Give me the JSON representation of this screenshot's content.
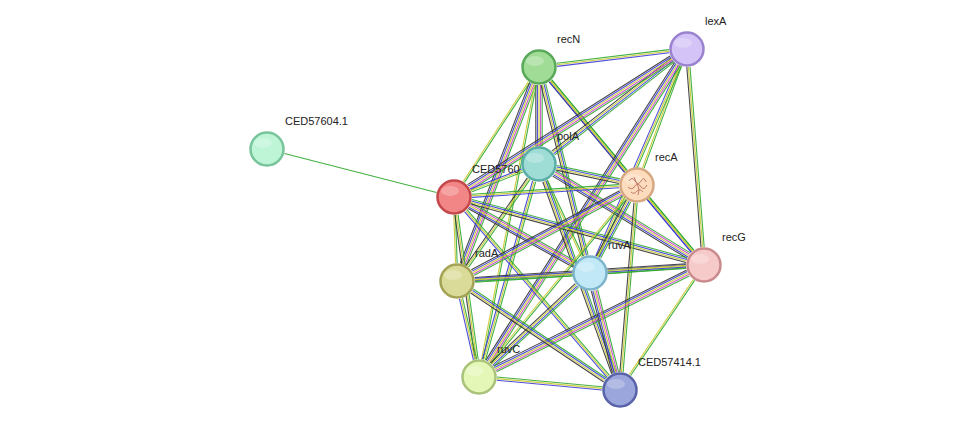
{
  "diagram": {
    "nodes": [
      {
        "text": [
          "recN"
        ]
      },
      {
        "text": [
          "lexA"
        ]
      },
      {
        "text": [
          "CED57604.1"
        ]
      },
      {
        "text": [
          "polA"
        ]
      },
      {
        "text": [
          "CED5760"
        ]
      },
      {
        "text": [
          "recA"
        ]
      },
      {
        "text": [
          "recG"
        ]
      },
      {
        "text": [
          "ruvA"
        ]
      },
      {
        "text": [
          "radA"
        ]
      },
      {
        "text": [
          "ruvC"
        ]
      },
      {
        "text": [
          "CED57414.1"
        ]
      }
    ],
    "edges": [
      {
        "from": 0,
        "to": 1,
        "arrow": "none"
      },
      {
        "from": 0,
        "to": 3,
        "arrow": "none"
      },
      {
        "from": 0,
        "to": 4,
        "arrow": "none"
      },
      {
        "from": 0,
        "to": 5,
        "arrow": "none"
      },
      {
        "from": 0,
        "to": 8,
        "arrow": "none"
      },
      {
        "from": 0,
        "to": 7,
        "arrow": "none"
      },
      {
        "from": 0,
        "to": 6,
        "arrow": "none"
      },
      {
        "from": 0,
        "to": 9,
        "arrow": "none"
      },
      {
        "from": 1,
        "to": 3,
        "arrow": "none"
      },
      {
        "from": 1,
        "to": 4,
        "arrow": "none"
      },
      {
        "from": 1,
        "to": 5,
        "arrow": "none"
      },
      {
        "from": 1,
        "to": 7,
        "arrow": "none"
      },
      {
        "from": 1,
        "to": 6,
        "arrow": "none"
      },
      {
        "from": 1,
        "to": 9,
        "arrow": "none"
      },
      {
        "from": 3,
        "to": 4,
        "arrow": "none"
      },
      {
        "from": 3,
        "to": 5,
        "arrow": "none"
      },
      {
        "from": 3,
        "to": 8,
        "arrow": "none"
      },
      {
        "from": 3,
        "to": 7,
        "arrow": "none"
      },
      {
        "from": 3,
        "to": 6,
        "arrow": "none"
      },
      {
        "from": 3,
        "to": 9,
        "arrow": "none"
      },
      {
        "from": 3,
        "to": 10,
        "arrow": "none"
      },
      {
        "from": 4,
        "to": 5,
        "arrow": "none"
      },
      {
        "from": 4,
        "to": 8,
        "arrow": "none"
      },
      {
        "from": 4,
        "to": 7,
        "arrow": "none"
      },
      {
        "from": 4,
        "to": 6,
        "arrow": "none"
      },
      {
        "from": 4,
        "to": 9,
        "arrow": "none"
      },
      {
        "from": 4,
        "to": 10,
        "arrow": "none"
      },
      {
        "from": 2,
        "to": 4,
        "arrow": "none"
      },
      {
        "from": 5,
        "to": 8,
        "arrow": "none"
      },
      {
        "from": 5,
        "to": 7,
        "arrow": "none"
      },
      {
        "from": 5,
        "to": 6,
        "arrow": "none"
      },
      {
        "from": 5,
        "to": 9,
        "arrow": "none"
      },
      {
        "from": 5,
        "to": 10,
        "arrow": "none"
      },
      {
        "from": 6,
        "to": 7,
        "arrow": "none"
      },
      {
        "from": 6,
        "to": 9,
        "arrow": "none"
      },
      {
        "from": 6,
        "to": 10,
        "arrow": "none"
      },
      {
        "from": 6,
        "to": 8,
        "arrow": "none"
      },
      {
        "from": 7,
        "to": 8,
        "arrow": "none"
      },
      {
        "from": 7,
        "to": 9,
        "arrow": "none"
      },
      {
        "from": 7,
        "to": 10,
        "arrow": "none"
      },
      {
        "from": 8,
        "to": 9,
        "arrow": "none"
      },
      {
        "from": 8,
        "to": 10,
        "arrow": "none"
      },
      {
        "from": 9,
        "to": 10,
        "arrow": "none"
      }
    ]
  }
}
